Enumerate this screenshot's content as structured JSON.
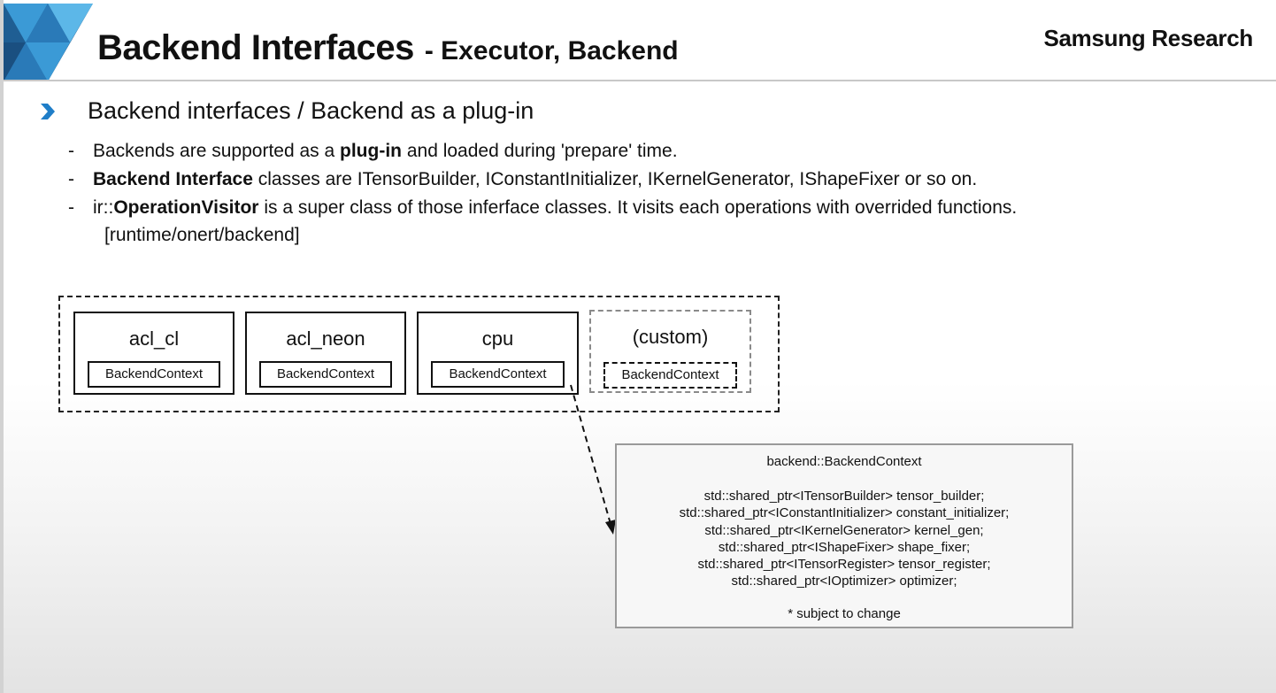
{
  "header": {
    "title": "Backend Interfaces",
    "subtitle": "- Executor, Backend",
    "brand": "Samsung Research",
    "logo_colors": [
      "#1f5e93",
      "#2a7ab8",
      "#3b9ad6",
      "#5cb7e8",
      "#1a4f80"
    ]
  },
  "main": {
    "bullet_icon": "chevron-right-icon",
    "bullet_color": "#1f7ec8",
    "bullet": "Backend interfaces / Backend as a plug-in",
    "items": [
      {
        "dash": "-",
        "t1": "Backends are supported as a ",
        "b1": "plug-in",
        "t2": " and loaded during 'prepare' time."
      },
      {
        "dash": "-",
        "b1": "Backend Interface",
        "t2": " classes are ITensorBuilder, IConstantInitializer, IKernelGenerator, IShapeFixer or so on."
      },
      {
        "dash": "-",
        "t1": "ir::",
        "b1": "OperationVisitor",
        "t2": " is a super class of those inferface classes. It visits each operations with overrided functions."
      }
    ],
    "path": "[runtime/onert/backend]"
  },
  "diagram": {
    "backends": [
      {
        "name": "acl_cl",
        "context": "BackendContext"
      },
      {
        "name": "acl_neon",
        "context": "BackendContext"
      },
      {
        "name": "cpu",
        "context": "BackendContext"
      },
      {
        "name": "(custom)",
        "context": "BackendContext"
      }
    ],
    "detail": {
      "title": "backend::BackendContext",
      "fields": [
        "std::shared_ptr<ITensorBuilder> tensor_builder;",
        "std::shared_ptr<IConstantInitializer> constant_initializer;",
        "std::shared_ptr<IKernelGenerator> kernel_gen;",
        "std::shared_ptr<IShapeFixer> shape_fixer;",
        "std::shared_ptr<ITensorRegister> tensor_register;",
        "std::shared_ptr<IOptimizer> optimizer;"
      ],
      "note": "* subject to change"
    }
  }
}
